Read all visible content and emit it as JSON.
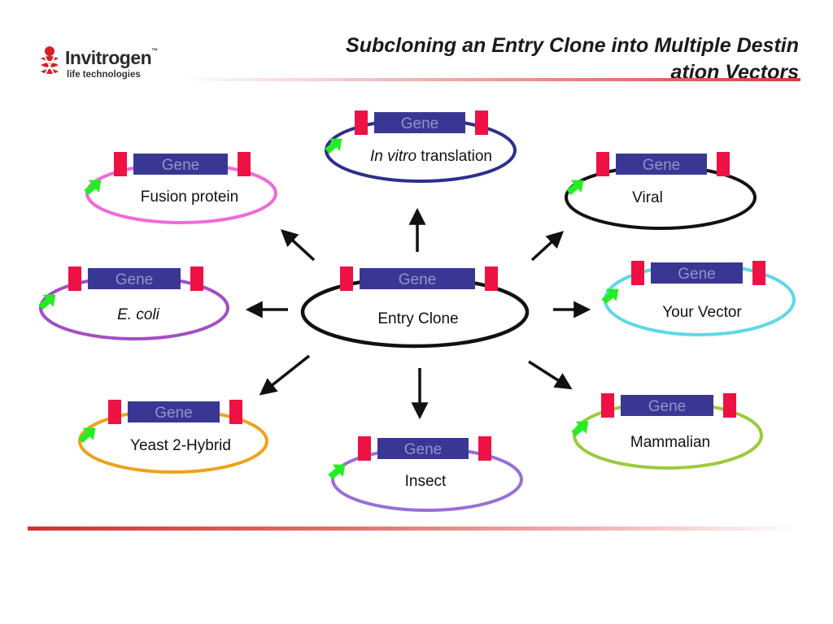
{
  "header": {
    "logo_name": "Invitrogen",
    "logo_tagline": "life technologies",
    "title_line1": "Subcloning an Entry Clone into Multiple Destin",
    "title_line2": "ation Vectors"
  },
  "diagram": {
    "gene_text": "Gene",
    "colors": {
      "gene_box": "#3a3794",
      "att_site": "#ee1144",
      "promoter_arrow": "#22ee22",
      "arrows": "#111111"
    },
    "center": {
      "label": "Entry Clone",
      "ring_color": "#111111"
    },
    "vectors": [
      {
        "id": "in-vitro",
        "label_italic": "In vitro",
        "label": " translation",
        "ring_color": "#2e2e8c"
      },
      {
        "id": "fusion",
        "label_italic": "",
        "label": "Fusion protein",
        "ring_color": "#ee6bd8"
      },
      {
        "id": "viral",
        "label_italic": "",
        "label": "Viral",
        "ring_color": "#111111"
      },
      {
        "id": "ecoli",
        "label_italic": "E. coli",
        "label": "",
        "ring_color": "#a24ec2"
      },
      {
        "id": "your-vector",
        "label_italic": "",
        "label": "Your Vector",
        "ring_color": "#5ed8e6"
      },
      {
        "id": "yeast",
        "label_italic": "",
        "label": "Yeast 2-Hybrid",
        "ring_color": "#efa21a"
      },
      {
        "id": "insect",
        "label_italic": "",
        "label": "Insect",
        "ring_color": "#9a6ed8"
      },
      {
        "id": "mammalian",
        "label_italic": "",
        "label": "Mammalian",
        "ring_color": "#9acb3a"
      }
    ]
  }
}
